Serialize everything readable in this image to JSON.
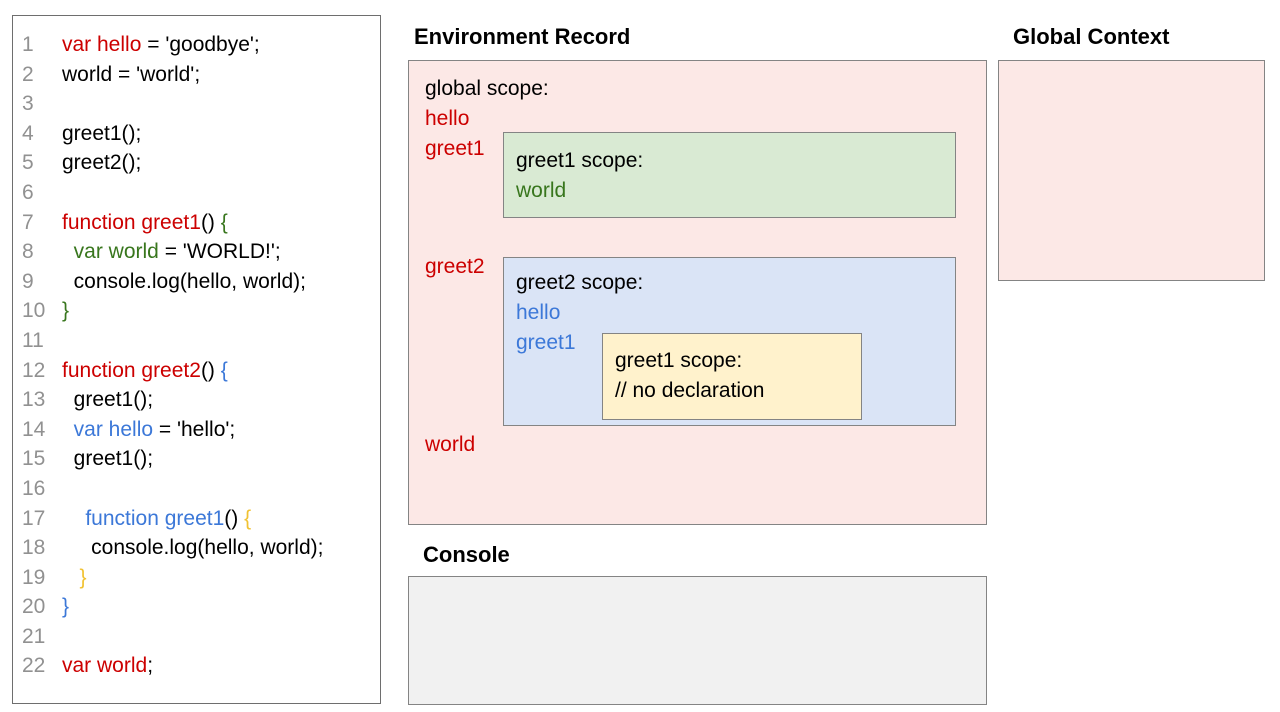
{
  "colors": {
    "keyword_red": "#cc0000",
    "scope_green": "#38761d",
    "scope_blue": "#3c78d8",
    "scope_yellow": "#f1c232",
    "line_number_gray": "#919191",
    "global_scope_fill": "#fce8e6",
    "greet1_scope_fill": "#d9ead3",
    "greet2_scope_fill": "#dae4f6",
    "nested_greet1_fill": "#fff2cc",
    "console_fill": "#f1f1f1",
    "box_border": "#848484"
  },
  "code_panel": {
    "lines": [
      {
        "n": "1",
        "s": [
          [
            "r",
            "var hello"
          ],
          [
            "k",
            " = 'goodbye';"
          ]
        ]
      },
      {
        "n": "2",
        "s": [
          [
            "k",
            "world = 'world';"
          ]
        ]
      },
      {
        "n": "3",
        "s": []
      },
      {
        "n": "4",
        "s": [
          [
            "k",
            "greet1();"
          ]
        ]
      },
      {
        "n": "5",
        "s": [
          [
            "k",
            "greet2();"
          ]
        ]
      },
      {
        "n": "6",
        "s": []
      },
      {
        "n": "7",
        "s": [
          [
            "r",
            "function greet1"
          ],
          [
            "k",
            "() "
          ],
          [
            "g",
            "{"
          ]
        ]
      },
      {
        "n": "8",
        "s": [
          [
            "k",
            "  "
          ],
          [
            "g",
            "var world"
          ],
          [
            "k",
            " = 'WORLD!';"
          ]
        ]
      },
      {
        "n": "9",
        "s": [
          [
            "k",
            "  console.log(hello, world);"
          ]
        ]
      },
      {
        "n": "10",
        "s": [
          [
            "g",
            "}"
          ]
        ]
      },
      {
        "n": "11",
        "s": []
      },
      {
        "n": "12",
        "s": [
          [
            "r",
            "function greet2"
          ],
          [
            "k",
            "() "
          ],
          [
            "b",
            "{"
          ]
        ]
      },
      {
        "n": "13",
        "s": [
          [
            "k",
            "  greet1();"
          ]
        ]
      },
      {
        "n": "14",
        "s": [
          [
            "k",
            "  "
          ],
          [
            "b",
            "var hello"
          ],
          [
            "k",
            " = 'hello';"
          ]
        ]
      },
      {
        "n": "15",
        "s": [
          [
            "k",
            "  greet1();"
          ]
        ]
      },
      {
        "n": "16",
        "s": []
      },
      {
        "n": "17",
        "s": [
          [
            "k",
            "    "
          ],
          [
            "b",
            "function greet1"
          ],
          [
            "k",
            "() "
          ],
          [
            "y",
            "{"
          ]
        ]
      },
      {
        "n": "18",
        "s": [
          [
            "k",
            "     console.log(hello, world);"
          ]
        ]
      },
      {
        "n": "19",
        "s": [
          [
            "k",
            "   "
          ],
          [
            "y",
            "}"
          ]
        ]
      },
      {
        "n": "20",
        "s": [
          [
            "b",
            "}"
          ]
        ]
      },
      {
        "n": "21",
        "s": []
      },
      {
        "n": "22",
        "s": [
          [
            "r",
            "var world"
          ],
          [
            "k",
            ";"
          ]
        ]
      }
    ]
  },
  "environment_record": {
    "title": "Environment Record",
    "global_scope_label": "global scope:",
    "global_vars": {
      "hello": "hello",
      "greet1": "greet1",
      "greet2": "greet2",
      "world": "world"
    },
    "greet1_scope": {
      "label": "greet1 scope:",
      "var_world": "world"
    },
    "greet2_scope": {
      "label": "greet2 scope:",
      "var_hello": "hello",
      "var_greet1": "greet1"
    },
    "nested_greet1_scope": {
      "label": "greet1 scope:",
      "comment": "// no declaration"
    }
  },
  "global_context": {
    "title": "Global Context"
  },
  "console_panel": {
    "title": "Console"
  }
}
